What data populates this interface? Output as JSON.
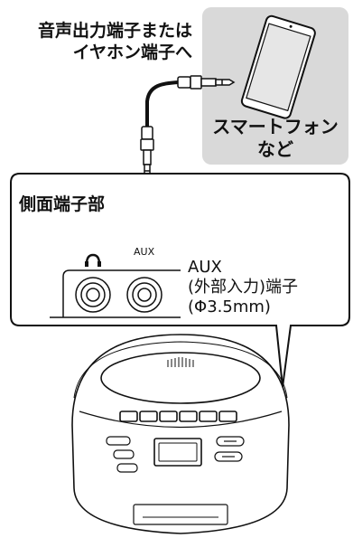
{
  "connection_note": {
    "line1": "音声出力端子または",
    "line2": "イヤホン端子へ"
  },
  "device": {
    "caption_line1": "スマートフォン",
    "caption_line2": "など"
  },
  "side_panel": {
    "title": "側面端子部",
    "port_label_aux": "AUX",
    "aux_description": {
      "line1": "AUX",
      "line2": "(外部入力)端子",
      "line3": "(Φ3.5mm)"
    }
  },
  "icons": [
    "headphone-icon",
    "smartphone-icon",
    "stereo-plug-icon",
    "arrow-down-icon",
    "cd-radio-cassette-player"
  ],
  "colors": {
    "outline": "#111111",
    "phone_background": "#d9d9d9",
    "phone_screen": "#e6e6e6",
    "panel_fill": "#ffffff"
  }
}
